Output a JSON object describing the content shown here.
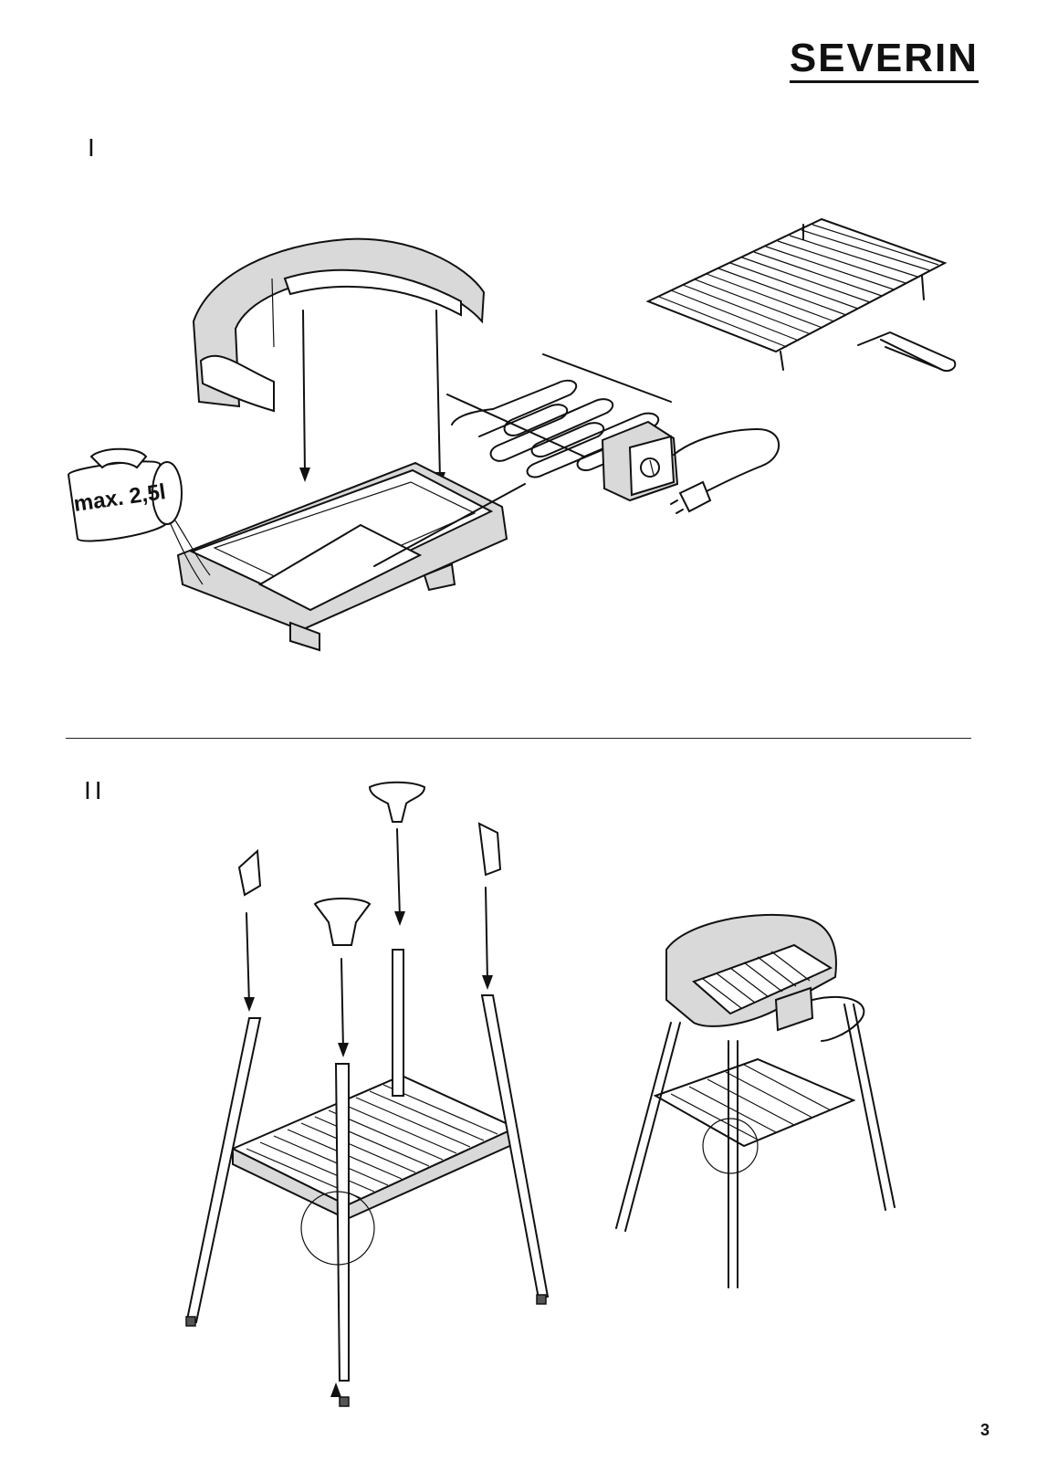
{
  "brand": "SEVERIN",
  "sections": [
    {
      "label": "I"
    },
    {
      "label": "II"
    }
  ],
  "jug_label": "max. 2,5l",
  "page_number": "3"
}
